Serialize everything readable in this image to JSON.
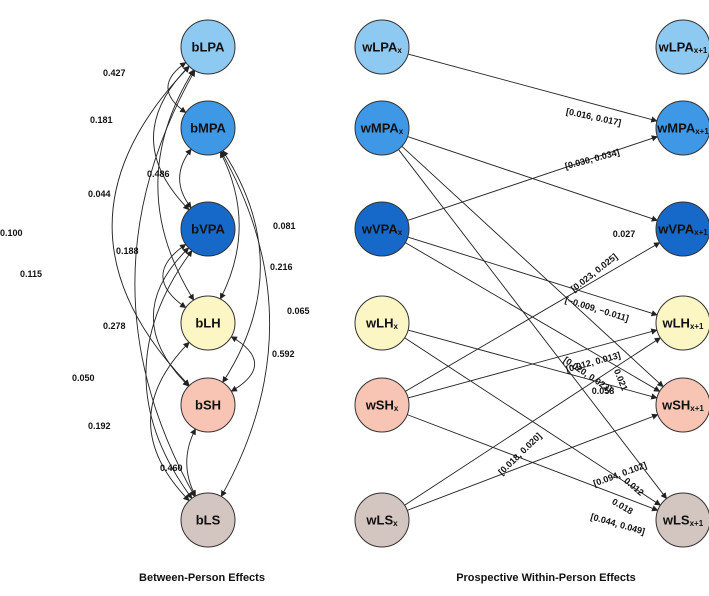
{
  "captions": {
    "between": "Between-Person Effects",
    "within": "Prospective Within-Person Effects"
  },
  "nodes": [
    {
      "id": "bLPA",
      "label": "bLPA",
      "sub": "",
      "color": "#8ec9f2"
    },
    {
      "id": "bMPA",
      "label": "bMPA",
      "sub": "",
      "color": "#3f98e6"
    },
    {
      "id": "bVPA",
      "label": "bVPA",
      "sub": "",
      "color": "#1769c9"
    },
    {
      "id": "bLH",
      "label": "bLH",
      "sub": "",
      "color": "#fcf6c4"
    },
    {
      "id": "bSH",
      "label": "bSH",
      "sub": "",
      "color": "#f8c5b4"
    },
    {
      "id": "bLS",
      "label": "bLS",
      "sub": "",
      "color": "#d3c5c0"
    },
    {
      "id": "wLPAx",
      "label": "wLPA",
      "sub": "x",
      "color": "#8ec9f2"
    },
    {
      "id": "wMPAx",
      "label": "wMPA",
      "sub": "x",
      "color": "#3f98e6"
    },
    {
      "id": "wVPAx",
      "label": "wVPA",
      "sub": "x",
      "color": "#1769c9"
    },
    {
      "id": "wLHx",
      "label": "wLH",
      "sub": "x",
      "color": "#fcf6c4"
    },
    {
      "id": "wSHx",
      "label": "wSH",
      "sub": "x",
      "color": "#f8c5b4"
    },
    {
      "id": "wLSx",
      "label": "wLS",
      "sub": "x",
      "color": "#d3c5c0"
    },
    {
      "id": "wLPAx1",
      "label": "wLPA",
      "sub": "x+1",
      "color": "#8ec9f2"
    },
    {
      "id": "wMPAx1",
      "label": "wMPA",
      "sub": "x+1",
      "color": "#3f98e6"
    },
    {
      "id": "wVPAx1",
      "label": "wVPA",
      "sub": "x+1",
      "color": "#1769c9"
    },
    {
      "id": "wLHx1",
      "label": "wLH",
      "sub": "x+1",
      "color": "#fcf6c4"
    },
    {
      "id": "wSHx1",
      "label": "wSH",
      "sub": "x+1",
      "color": "#f8c5b4"
    },
    {
      "id": "wLSx1",
      "label": "wLS",
      "sub": "x+1",
      "color": "#d3c5c0"
    }
  ],
  "between_edges": [
    {
      "from": "bLPA",
      "to": "bMPA",
      "label": "0.427"
    },
    {
      "from": "bLPA",
      "to": "bVPA",
      "label": "0.181"
    },
    {
      "from": "bLPA",
      "to": "bLH",
      "label": "0.044"
    },
    {
      "from": "bLPA",
      "to": "bSH",
      "label": "0.100"
    },
    {
      "from": "bLPA",
      "to": "bLS",
      "label": "0.115"
    },
    {
      "from": "bMPA",
      "to": "bVPA",
      "label": "0.486"
    },
    {
      "from": "bMPA",
      "to": "bLH",
      "label": "0.081"
    },
    {
      "from": "bMPA",
      "to": "bSH",
      "label": "0.216"
    },
    {
      "from": "bMPA",
      "to": "bLS",
      "label": "0.065"
    },
    {
      "from": "bVPA",
      "to": "bLH",
      "label": "0.188"
    },
    {
      "from": "bVPA",
      "to": "bSH",
      "label": "0.278"
    },
    {
      "from": "bVPA",
      "to": "bLS",
      "label": "0.050"
    },
    {
      "from": "bLH",
      "to": "bSH",
      "label": "0.592"
    },
    {
      "from": "bLH",
      "to": "bLS",
      "label": "0.192"
    },
    {
      "from": "bSH",
      "to": "bLS",
      "label": "0.460"
    }
  ],
  "within_edges": [
    {
      "from": "wLPAx",
      "to": "wMPAx1",
      "label": "[0.016, 0.017]"
    },
    {
      "from": "wVPAx",
      "to": "wMPAx1",
      "label": "[0.030, 0.034]"
    },
    {
      "from": "wMPAx",
      "to": "wVPAx1",
      "label": "0.027"
    },
    {
      "from": "wSHx",
      "to": "wVPAx1",
      "label": "[0.023, 0.025]"
    },
    {
      "from": "wVPAx",
      "to": "wLHx1",
      "label": "[−0.009, −0.011]"
    },
    {
      "from": "wSHx",
      "to": "wLHx1",
      "label": "[0.012, 0.013]"
    },
    {
      "from": "wLSx",
      "to": "wLHx1",
      "label": "[0.020, 0.023]"
    },
    {
      "from": "wVPAx",
      "to": "wSHx1",
      "label": "0.021"
    },
    {
      "from": "wLHx",
      "to": "wSHx1",
      "label": "0.058"
    },
    {
      "from": "wLSx",
      "to": "wSHx1",
      "label": "[0.094, 0.102]"
    },
    {
      "from": "wMPAx",
      "to": "wSHx1",
      "label": "0.012"
    },
    {
      "from": "wMPAx",
      "to": "wLSx1",
      "label": "0.018"
    },
    {
      "from": "wSHx",
      "to": "wLSx1",
      "label": "[0.044, 0.049]"
    },
    {
      "from": "wLHx",
      "to": "wLSx1",
      "label": "[0.018, 0.020]"
    }
  ]
}
